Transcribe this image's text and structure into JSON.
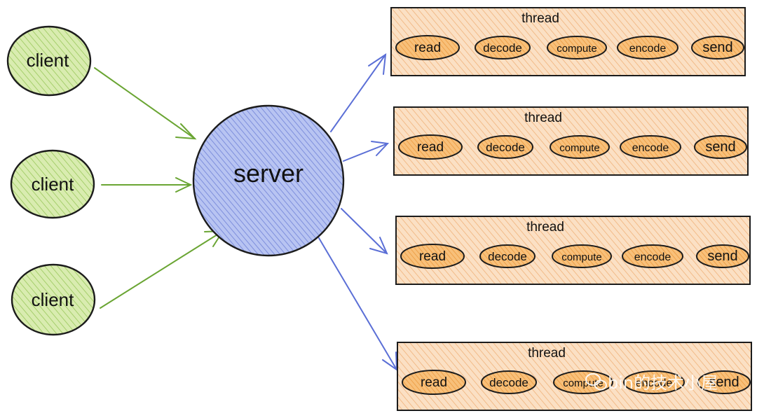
{
  "clients": [
    {
      "label": "client"
    },
    {
      "label": "client"
    },
    {
      "label": "client"
    }
  ],
  "server": {
    "label": "server"
  },
  "threads": [
    {
      "title": "thread",
      "steps": [
        "read",
        "decode",
        "compute",
        "encode",
        "send"
      ]
    },
    {
      "title": "thread",
      "steps": [
        "read",
        "decode",
        "compute",
        "encode",
        "send"
      ]
    },
    {
      "title": "thread",
      "steps": [
        "read",
        "decode",
        "compute",
        "encode",
        "send"
      ]
    },
    {
      "title": "thread",
      "steps": [
        "read",
        "decode",
        "compute",
        "encode",
        "send"
      ]
    }
  ],
  "watermark": {
    "text": "bin的技术小屋"
  },
  "colors": {
    "client_fill": "#d9ecb0",
    "client_hatch": "#a6cf6c",
    "client_arrow": "#6aa533",
    "server_fill": "#b8c4f2",
    "server_hatch": "#7e8fdc",
    "server_arrow": "#5b6fd6",
    "thread_fill": "#fbe0c4",
    "thread_hatch": "#f0b27a",
    "step_fill": "#f7b15f"
  }
}
